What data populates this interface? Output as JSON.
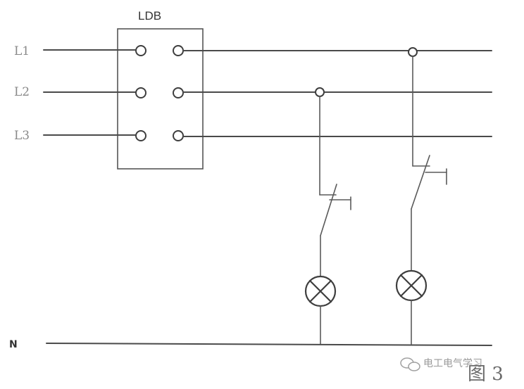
{
  "diagram": {
    "box_label": "LDB",
    "line_labels": [
      "L1",
      "L2",
      "L3"
    ],
    "neutral_label": "N",
    "figure_label": "图 3",
    "watermark": "电工电气学习"
  }
}
